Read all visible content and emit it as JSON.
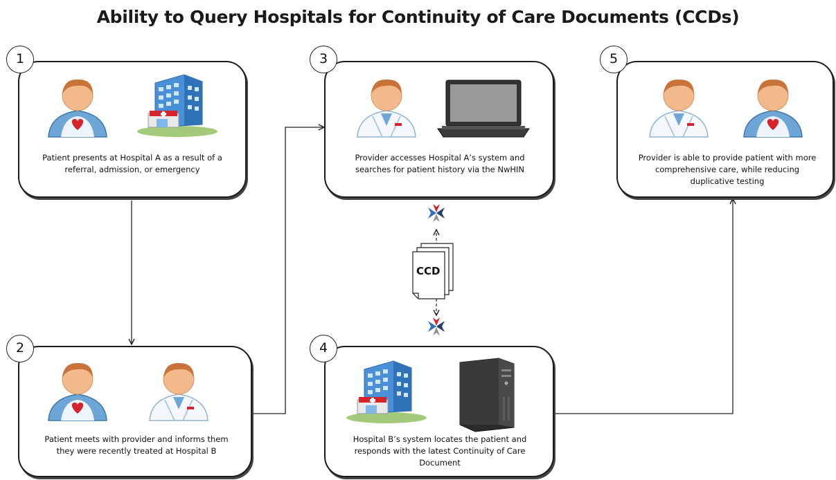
{
  "title": "Ability to Query Hospitals for Continuity of Care Documents (CCDs)",
  "steps": [
    {
      "number": "1",
      "caption": "Patient presents at Hospital A as a result of a referral, admission, or emergency",
      "icons": [
        "patient-icon",
        "hospital-icon"
      ]
    },
    {
      "number": "2",
      "caption": "Patient meets with provider and informs them they were recently treated at Hospital B",
      "icons": [
        "patient-icon",
        "provider-icon"
      ]
    },
    {
      "number": "3",
      "caption": "Provider accesses Hospital A’s system and searches for patient history via the NwHIN",
      "icons": [
        "provider-icon",
        "laptop-icon"
      ]
    },
    {
      "number": "4",
      "caption": "Hospital B’s system locates the patient and responds with the latest Continuity of Care Document",
      "icons": [
        "hospital-icon",
        "server-icon"
      ]
    },
    {
      "number": "5",
      "caption": "Provider is able to provide patient with more comprehensive care, while reducing duplicative testing",
      "icons": [
        "provider-icon",
        "patient-icon"
      ]
    }
  ],
  "document": {
    "label": "CCD",
    "icon": "document-stack-icon"
  },
  "exchange_icon": "arrows-converge-icon",
  "colors": {
    "skin": "#f2b98a",
    "hair": "#c8733a",
    "shirt": "#6ea6d8",
    "heart": "#d4232b",
    "hospital": "#3b86c9",
    "outline": "#1b1b1b"
  }
}
